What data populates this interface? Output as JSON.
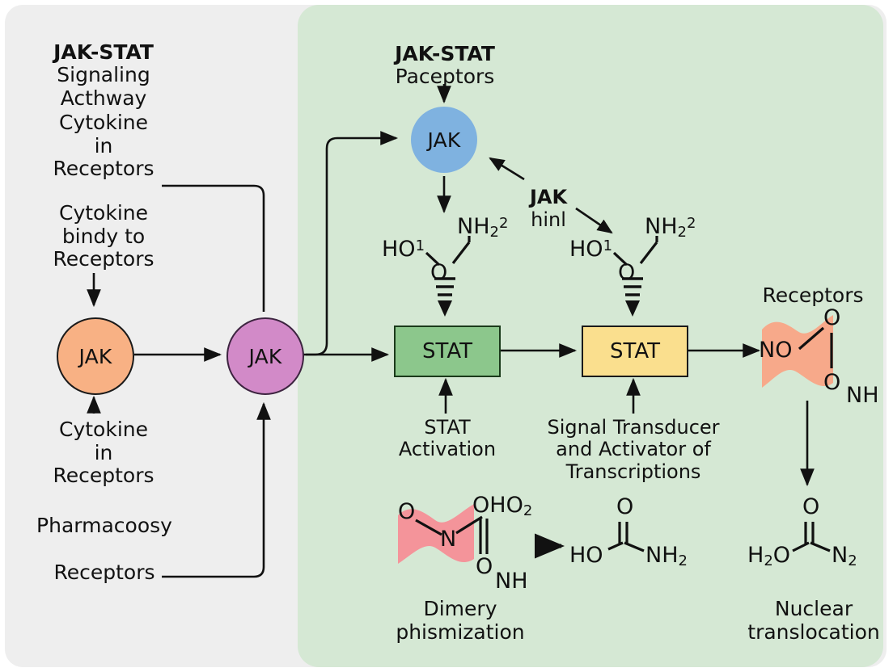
{
  "figure": {
    "type": "diagram",
    "subject": "JAK-STAT signaling pathway schematic",
    "panels": {
      "left": {
        "name": "left-gray-panel",
        "background": "#eeeeee"
      },
      "right": {
        "name": "right-green-panel",
        "background": "#d5e8d4"
      }
    }
  },
  "colors": {
    "gray_panel": "#eeeeee",
    "green_panel": "#d5e8d4",
    "jak_orange": "#f8b184",
    "jak_purple": "#d28ac8",
    "jak_blue": "#7fb2e0",
    "stat_green": "#8cc78c",
    "stat_yellow": "#fadf8e",
    "blob_salmon": "#f7a98a",
    "blob_pink": "#f4949a",
    "stroke": "#111111"
  },
  "left_panel": {
    "title_bold": "JAK-STAT",
    "title_rest": "Signaling\nActhway",
    "label_cytokine_in_receptors_top": "Cytokine\nin\nReceptors",
    "label_cytokine_bindy": "Cytokine\nbindy to\nReceptors",
    "label_cytokine_in_receptors_bottom": "Cytokine\nin\nReceptors",
    "label_pharmacoosy": "Pharmacoosy",
    "label_receptors": "Receptors",
    "node_jak_orange": "JAK",
    "node_jak_purple": "JAK"
  },
  "right_panel": {
    "title_bold": "JAK-STAT",
    "title_rest": "Paceptors",
    "node_jak_blue": "JAK",
    "label_jak_hinl_bold": "JAK",
    "label_jak_hinl_rest": "hinl",
    "box_stat_green": "STAT",
    "box_stat_yellow": "STAT",
    "label_stat_activation": "STAT\nActivation",
    "label_signal_transducer": "Signal Transducer\nand Activator of\nTranscriptions",
    "label_receptors_right": "Receptors",
    "label_dimery": "Dimery\nphismization",
    "label_nuclear": "Nuclear\ntranslocation"
  },
  "chemicals": {
    "stat_green_group": {
      "atoms": [
        "HO",
        "O",
        "NH"
      ],
      "superscripts": [
        "1",
        "2"
      ],
      "subscripts": [
        "2"
      ]
    },
    "stat_yellow_group": {
      "atoms": [
        "HO",
        "O",
        "NH"
      ],
      "superscripts": [
        "1",
        "2"
      ],
      "subscripts": [
        "2"
      ]
    },
    "receptors_blob": {
      "atoms": [
        "NO",
        "O",
        "O",
        "NH"
      ]
    },
    "dimery_blob": {
      "atoms": [
        "O",
        "N",
        "OH",
        "O",
        "NH"
      ],
      "subscripts": [
        "2"
      ]
    },
    "urea_product": {
      "atoms": [
        "HO",
        "O",
        "NH"
      ],
      "subscripts": [
        "2"
      ]
    },
    "nuclear_product": {
      "atoms": [
        "H",
        "O",
        "O",
        "N"
      ],
      "subscripts": [
        "2",
        "2"
      ]
    }
  },
  "atom_text": {
    "HO": "HO",
    "O": "O",
    "N": "N",
    "NO": "NO",
    "NH": "NH",
    "NH2": "NH",
    "OH": "OH",
    "H2O": "H",
    "N2": "N",
    "sup1": "1",
    "sup2": "2",
    "sub2": "2"
  }
}
